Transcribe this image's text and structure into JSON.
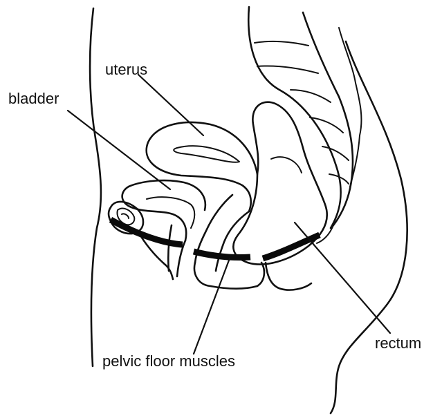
{
  "labels": {
    "uterus": "uterus",
    "bladder": "bladder",
    "rectum": "rectum",
    "pelvic_floor": "pelvic floor muscles"
  },
  "colors": {
    "ink": "#111111",
    "background": "#ffffff"
  }
}
